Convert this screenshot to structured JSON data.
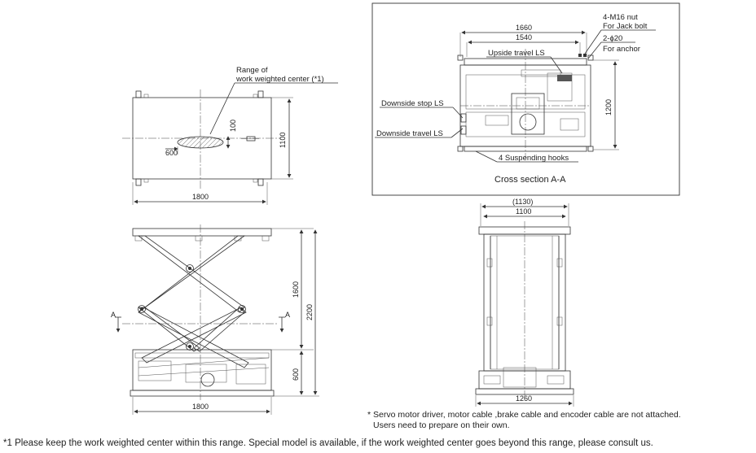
{
  "top_view": {
    "label_range_line1": "Range of",
    "label_range_line2": "work weighted center (*1)",
    "dim_width": "1800",
    "dim_depth": "1100",
    "dim_range_x": "600",
    "dim_range_y": "100"
  },
  "cross_section": {
    "title": "Cross section A-A",
    "dim_1660": "1660",
    "dim_1540": "1540",
    "dim_1200": "1200",
    "nut_line1": "4-M16 nut",
    "nut_line2": "For Jack bolt",
    "hole_line1": "2-ϕ20",
    "hole_line2": "For anchor",
    "upside_travel": "Upside travel LS",
    "downside_stop": "Downside stop LS",
    "downside_travel": "Downside travel LS",
    "hooks": "4 Suspending hooks"
  },
  "side_view": {
    "dim_width": "1800",
    "dim_stroke": "1600",
    "dim_total": "2200",
    "dim_closed": "600",
    "section_mark_left": "A",
    "section_mark_right": "A"
  },
  "front_view": {
    "dim_1130": "(1130)",
    "dim_1100": "1100",
    "dim_1260": "1260"
  },
  "notes": {
    "servo_line1": "* Servo motor driver, motor cable ,brake cable and encoder cable are not attached.",
    "servo_line2": "Users need to prepare on their own.",
    "footnote": "*1 Please keep the work weighted center within this range. Special model is available, if the work weighted center goes beyond this range, please consult us."
  }
}
